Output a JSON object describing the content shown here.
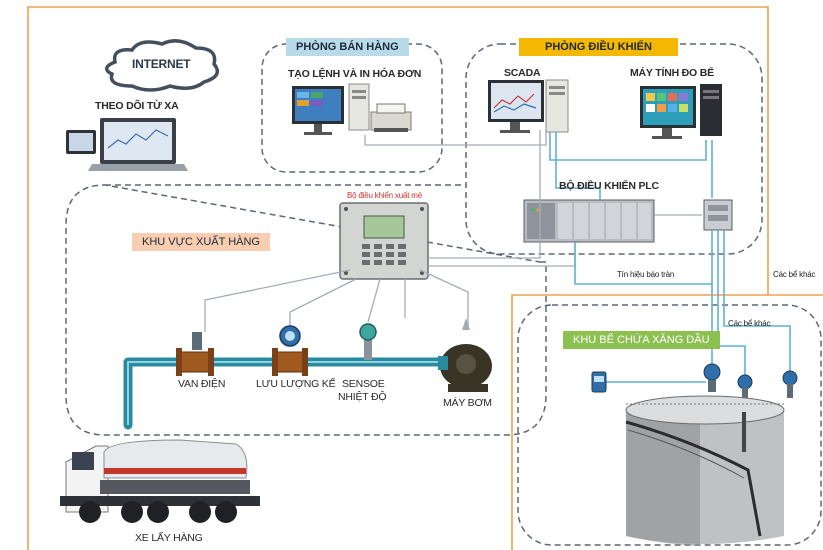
{
  "colors": {
    "border_orange": "#f0a050",
    "pipe_teal": "#2a8aa0",
    "valve_brown": "#a05a20",
    "wire_gray": "#9aa5b0",
    "signal_blue": "#5ab0d0",
    "dash_gray": "#6a7080",
    "banner_sales": "#b9dbe9",
    "banner_control": "#f5b800",
    "banner_zone": "#f8cdb0",
    "banner_tank": "#8cc152"
  },
  "internet": {
    "label": "INTERNET"
  },
  "remote": {
    "label": "THEO DÕI TỪ XA"
  },
  "sales_room": {
    "title": "PHÒNG BÁN HÀNG",
    "station_label": "TẠO LỆNH VÀ IN HÓA ĐƠN"
  },
  "control_room": {
    "title": "PHÒNG ĐIỀU KHIỂN",
    "scada_label": "SCADA",
    "tank_pc_label": "MÁY TÍNH ĐO BỂ",
    "plc_label": "BỘ ĐIỀU KHIỂN PLC"
  },
  "dispatch_area": {
    "title": "KHU VỰC XUẤT HÀNG",
    "controller_label": "Bộ điều khiển xuất mẻ",
    "valve_label": "VAN ĐIỆN",
    "flowmeter_label": "LƯU LƯỢNG KẾ",
    "sensor_label_line1": "SENSOE",
    "sensor_label_line2": "NHIỆT ĐỘ",
    "pump_label": "MÁY BƠM",
    "truck_label": "XE LẤY HÀNG"
  },
  "tank_area": {
    "title": "KHU BỂ CHỨA XĂNG DẦU",
    "overflow_signal": "Tín hiệu báo tràn",
    "other_tanks_1": "Các bể khác",
    "other_tanks_2": "Các bể khác"
  }
}
